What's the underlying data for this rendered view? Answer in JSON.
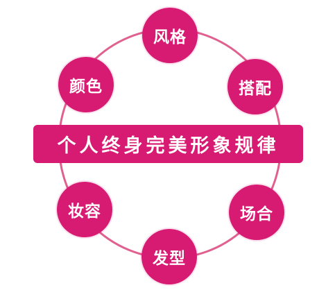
{
  "banner": {
    "title": "个人终身完美形象规律"
  },
  "nodes": {
    "style": "风格",
    "match": "搭配",
    "scene": "场合",
    "hair": "发型",
    "makeup": "妆容",
    "color": "颜色"
  },
  "colors": {
    "accent": "#d81b72",
    "ring": "#e0608f",
    "text": "#ffffff",
    "background": "#ffffff"
  }
}
